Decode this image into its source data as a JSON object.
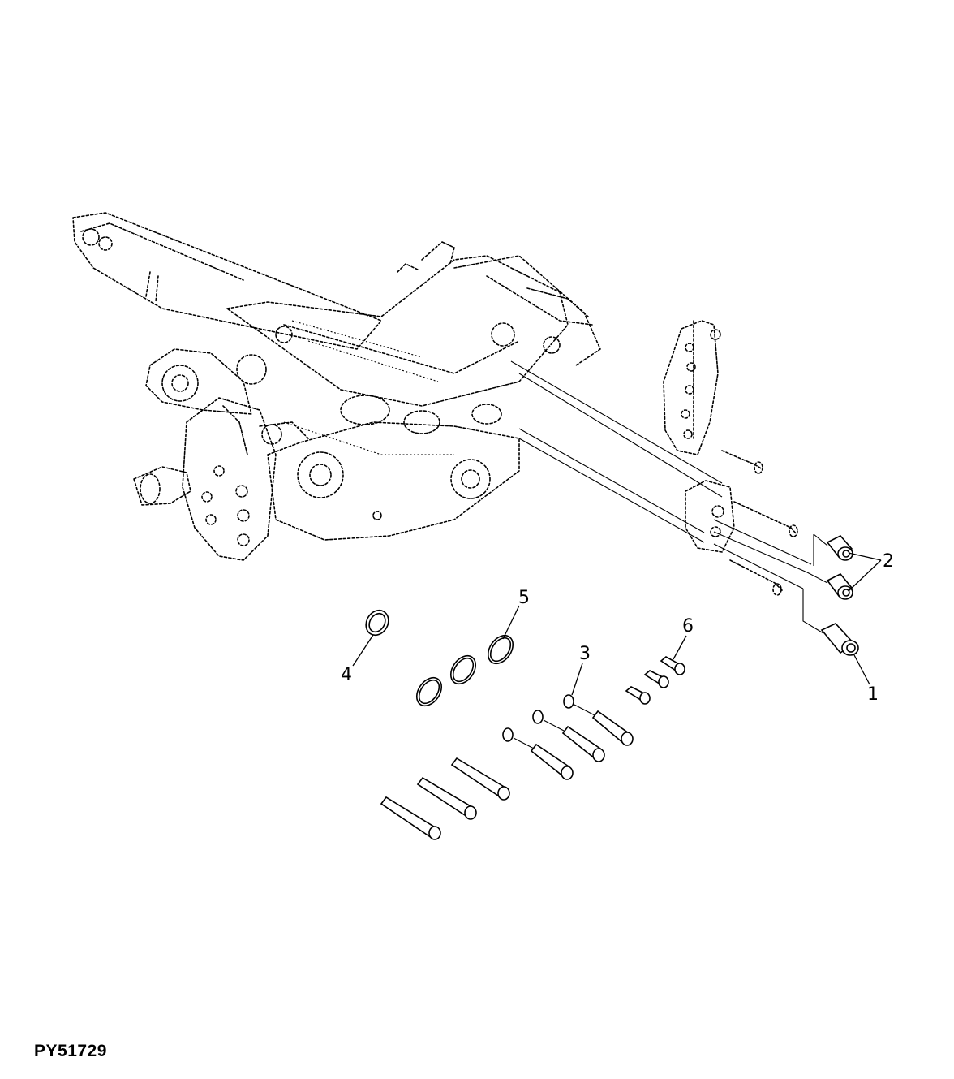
{
  "figure": {
    "id_label": "PY51729"
  },
  "callouts": [
    {
      "number": "1",
      "part": "fitting"
    },
    {
      "number": "2",
      "part": "fittings"
    },
    {
      "number": "3",
      "part": "bolts with washers"
    },
    {
      "number": "4",
      "part": "seal ring"
    },
    {
      "number": "5",
      "part": "o-rings"
    },
    {
      "number": "6",
      "part": "short cap screws"
    }
  ]
}
